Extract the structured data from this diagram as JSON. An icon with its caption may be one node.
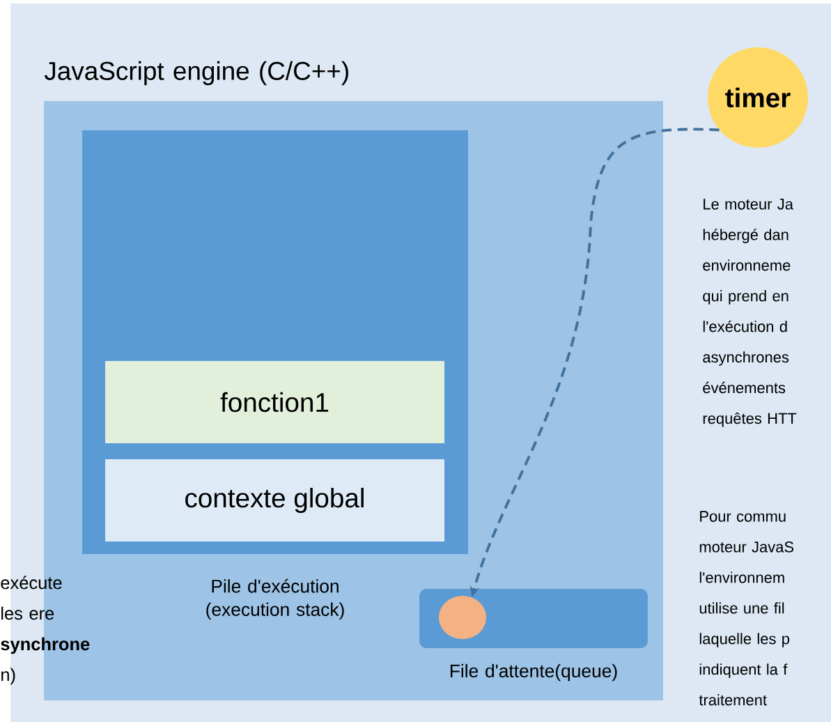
{
  "diagram": {
    "nodes": [
      {
        "text": [
          "JavaScript engine (C/C++)"
        ]
      },
      {
        "text": [
          "Pile d'exécution (execution stack)"
        ],
        "in": 0
      },
      {
        "text": [
          "fonction1"
        ],
        "in": 1
      },
      {
        "text": [
          "contexte global"
        ],
        "in": 1
      },
      {
        "text": [
          "File d'attente(queue)"
        ],
        "in": 0
      },
      {
        "text": [],
        "shape": "circle",
        "in": 4
      },
      {
        "text": [
          "timer"
        ]
      }
    ],
    "edges": [
      {
        "from": 6,
        "to": 5,
        "arrow": "to",
        "style": "dashed"
      }
    ],
    "labels": [
      "Le moteur Ja hébergé dan environneme qui prend en l'exécution d asynchrones événements requêtes HTT",
      "Pour commu moteur JavaS l'environnem utilise une fil laquelle les p indiquent la f traitement",
      "exécute les ere **synchrone** n)"
    ]
  }
}
